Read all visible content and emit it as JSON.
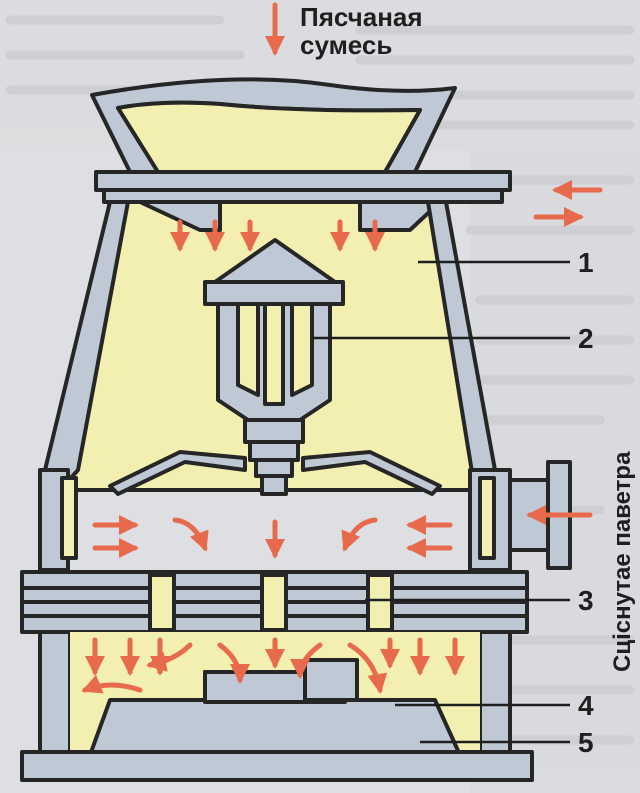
{
  "top_label": {
    "line1": "Пясчаная",
    "line2": "сумесь"
  },
  "side_label": "Сціснутае паветра",
  "callouts": [
    "1",
    "2",
    "3",
    "4",
    "5"
  ],
  "colors": {
    "body": "#bfc9d6",
    "chamber": "#f3efb0",
    "outline": "#262626",
    "arrow": "#e86a4c",
    "paper": "#dedfe2"
  }
}
